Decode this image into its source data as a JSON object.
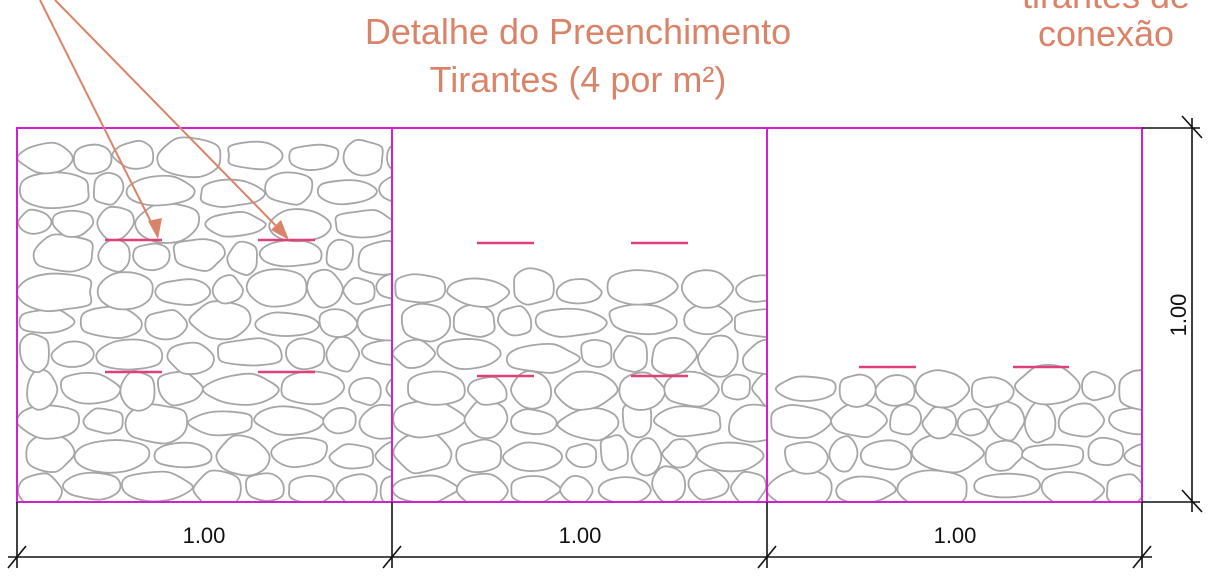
{
  "title": {
    "line1": "Detalhe do Preenchimento",
    "line2": "Tirantes (4 por m²)"
  },
  "corner_note": {
    "line_partial": "tirantes de",
    "line2": "conexão"
  },
  "dimensions": {
    "width_1": "1.00",
    "width_2": "1.00",
    "width_3": "1.00",
    "height": "1.00"
  },
  "panels": [
    {
      "fill_level": 1.0
    },
    {
      "fill_level": 0.65
    },
    {
      "fill_level": 0.35
    }
  ],
  "colors": {
    "frame": "#d21fd2",
    "tie": "#e0407a",
    "stone": "#a6a6a6",
    "annotation": "#d98468",
    "dimension": "#111111"
  }
}
